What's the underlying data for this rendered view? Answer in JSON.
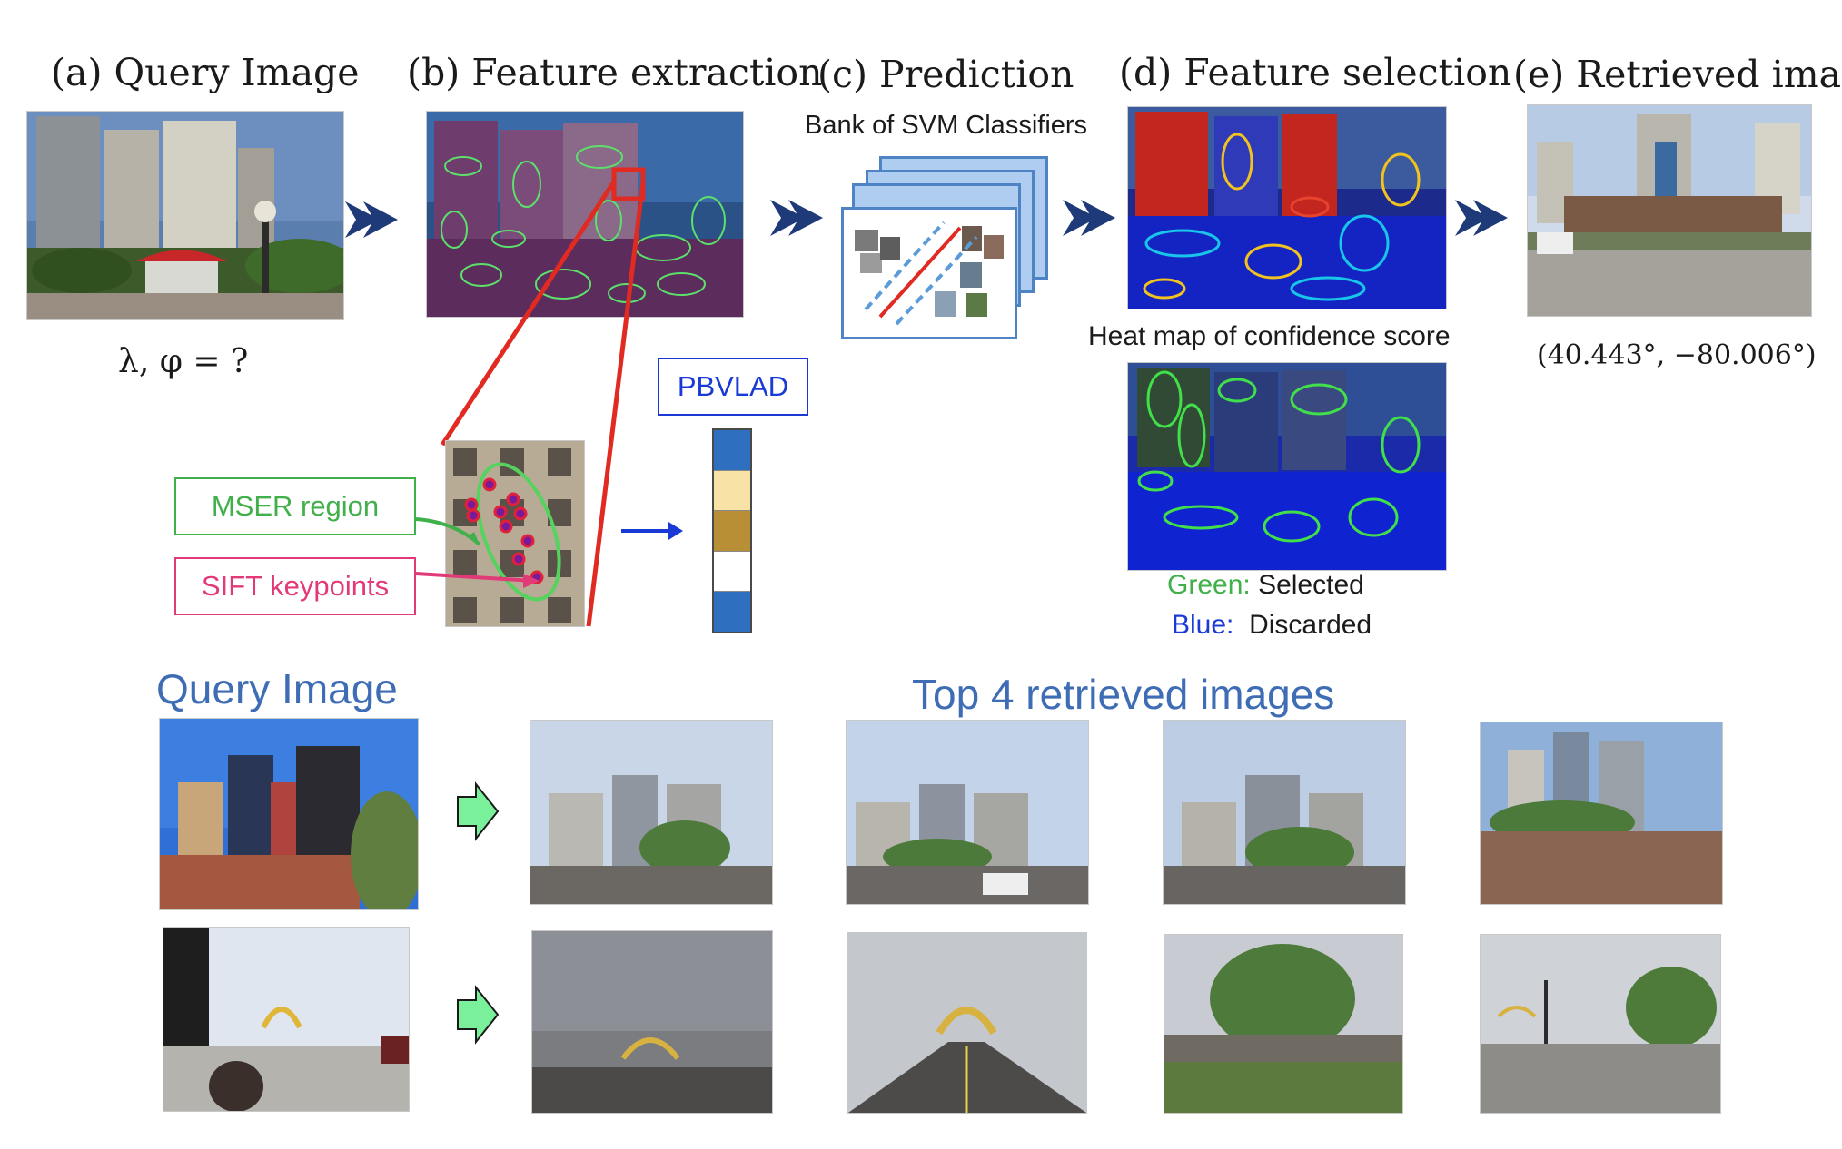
{
  "steps": {
    "a": "(a) Query Image",
    "b": "(b) Feature extraction",
    "c": "(c) Prediction",
    "d": "(d) Feature selection",
    "e": "(e) Retrieved image"
  },
  "query_formula": "λ, φ  = ?",
  "svm_bank": "Bank of SVM Classifiers",
  "heatmap_caption": "Heat map of confidence score",
  "retrieved_coords": "(40.443°, −80.006°)",
  "pbvlad": "PBVLAD",
  "mser": "MSER region",
  "sift": "SIFT keypoints",
  "legend": {
    "green_word": "Green:",
    "green_desc": "Selected",
    "blue_word": "Blue:",
    "blue_desc": "Discarded"
  },
  "bottom": {
    "query_title": "Query Image",
    "top_title": "Top 4 retrieved images"
  },
  "colors": {
    "navy_arrow": "#1f3a78",
    "red": "#e02a22",
    "green": "#41b04a",
    "pink": "#e23a78",
    "blue_text": "#1a3ad6",
    "title_blue": "#3f6db5"
  },
  "pbvlad_bar": [
    "#2f6fbf",
    "#f8e2a6",
    "#b88f34",
    "#ffffff",
    "#2f6fbf"
  ]
}
